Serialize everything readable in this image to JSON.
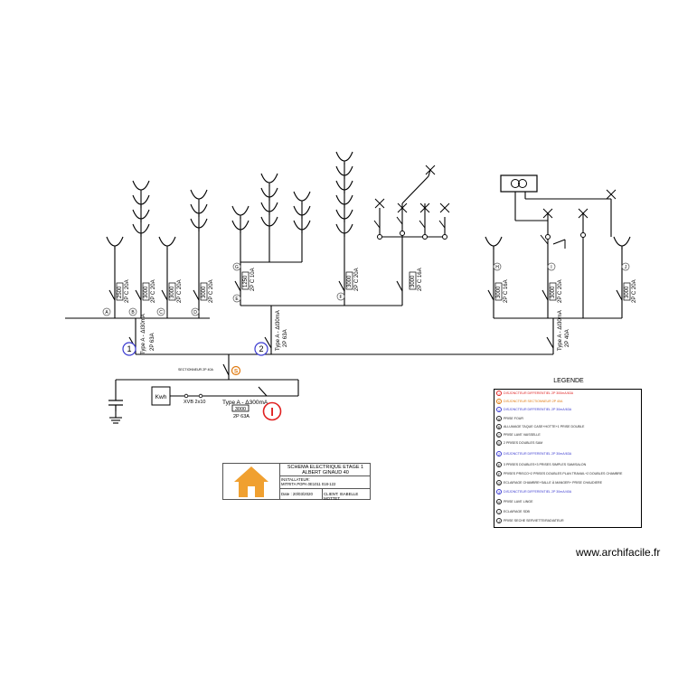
{
  "circuit_labels": {
    "a": "A",
    "b": "B",
    "c": "C",
    "d": "D",
    "e": "E",
    "f": "F",
    "g": "G",
    "h": "H",
    "i": "I",
    "j": "J"
  },
  "breakers": {
    "rcd1_top": "Type A - ΔI30mA",
    "rcd1_bottom": "2P 63A",
    "rcd2_top": "Type A - ΔI30mA",
    "rcd2_bottom": "2P 63A",
    "rcd3_top": "Type A - ΔI30mA",
    "rcd3_bottom": "2P 40A",
    "cb_a_top": "2500",
    "cb_a_bottom": "2P C 20A",
    "cb_b_top": "3000",
    "cb_b_bottom": "2P C 20A",
    "cb_c_top": "3000",
    "cb_c_bottom": "2P C 20A",
    "cb_d_top": "3000",
    "cb_d_bottom": "2P C 20A",
    "cb_e_top": "1250",
    "cb_e_bottom": "2P C 10A",
    "cb_f_top": "3000",
    "cb_f_bottom": "2P C 20A",
    "cb_g_top": "3000",
    "cb_g_bottom": "2P C 16A",
    "cb_h_top": "3000",
    "cb_h_bottom": "2P C 16A",
    "cb_i_top": "3000",
    "cb_i_bottom": "2P C 20A",
    "cb_j_top": "3000",
    "cb_j_bottom": "2P C 20A",
    "main_label": "Type A - Δ300mA",
    "main_value": "3000",
    "main_rating": "2P 63A",
    "cable": "XVB 2x10",
    "meter": "Kwh",
    "switch_label": "SECTIONNEUR 2P 40A"
  },
  "legend": {
    "title": "LEGENDE",
    "items": [
      {
        "mark": "I",
        "text": "DISJONCTEUR DIFFERENTIEL 2P 300mA/63A",
        "color": "#e02020"
      },
      {
        "mark": "S",
        "text": "DISJONCTEUR SECTIONNEUR 2P 40A",
        "color": "#e07a10"
      },
      {
        "mark": "1",
        "text": "DISJONCTEUR DIFFERENTIEL 2P 30mA/63A",
        "color": "#3a3ad0"
      },
      {
        "mark": "A",
        "text": "PRISE FOUR",
        "color": "#222222"
      },
      {
        "mark": "B",
        "text": "ALLUMAGE TAQUE CASE+HOTTE+1 PRISE DOUBLE",
        "color": "#222222"
      },
      {
        "mark": "C",
        "text": "PRISE LAVE VAISSELLE",
        "color": "#222222"
      },
      {
        "mark": "D",
        "text": "2 PRISES DOUBLES SAM",
        "color": "#222222"
      },
      {
        "mark": "2",
        "text": "DISJONCTEUR DIFFERENTIEL 2P 30mA/63A",
        "color": "#3a3ad0"
      },
      {
        "mark": "E",
        "text": "3 PRISES DOUBLES+3 PRISES SIMPLES SAM/SALON",
        "color": "#222222"
      },
      {
        "mark": "F",
        "text": "PRISES PRISCO+2 PRISES DOUBLES PLAN TRAVAIL+2 DOUBLES CHAMBRE",
        "color": "#222222"
      },
      {
        "mark": "G",
        "text": "ECLAIRAGE CHAMBRE+SALLE À MANGER+ PRISE CHAUDIERE",
        "color": "#222222"
      },
      {
        "mark": "3",
        "text": "DISJONCTEUR DIFFERENTIEL 2P 30mA/40A",
        "color": "#3a3ad0"
      },
      {
        "mark": "H",
        "text": "PRISE LAVE LINGE",
        "color": "#222222"
      },
      {
        "mark": "I",
        "text": "ECLAIRAGE SDB",
        "color": "#222222"
      },
      {
        "mark": "J",
        "text": "PRISE SECHE SERVIETTE/RADIATEUR",
        "color": "#222222"
      }
    ]
  },
  "title_block": {
    "title_line1": "SCHEMA ELECTRIQUE ETAGE 1",
    "title_line2": "ALBERT GINAUD 40",
    "installer_label": "INSTALLATEUR:",
    "installer_value": "MITRITA POPA 0E1011 018-122",
    "date": "Date : 20/03/2020",
    "client": "CLIENT: ISABELLE MOTTET"
  },
  "watermark": "www.archifacile.fr",
  "colors": {
    "accent_red": "#e02020",
    "accent_orange": "#e07a10",
    "accent_blue": "#3a3ad0",
    "logo": "#f0a030"
  }
}
